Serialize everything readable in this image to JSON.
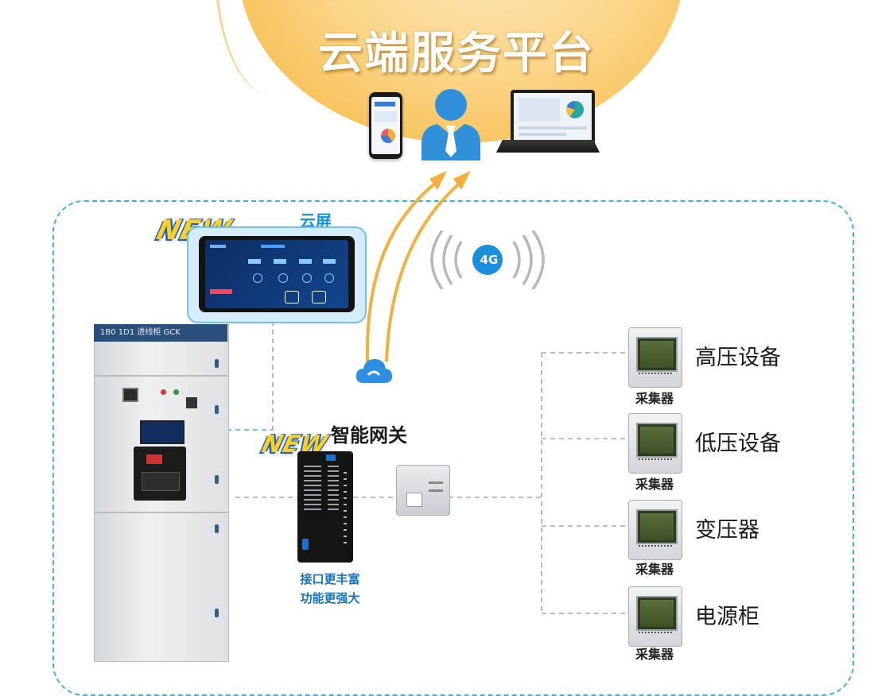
{
  "platform": {
    "title": "云端服务平台"
  },
  "cloud_screen": {
    "label": "云屏",
    "new_badge": "NEW"
  },
  "signal": {
    "label": "4G"
  },
  "gateway": {
    "title": "智能网关",
    "new_badge": "NEW",
    "caption_line1": "接口更丰富",
    "caption_line2": "功能更强大"
  },
  "cabinet": {
    "top_label": "1B0 1D1 进线柜 GCK"
  },
  "devices": [
    {
      "label": "高压设备",
      "collector": "采集器"
    },
    {
      "label": "低压设备",
      "collector": "采集器"
    },
    {
      "label": "变压器",
      "collector": "采集器"
    },
    {
      "label": "电源柜",
      "collector": "采集器"
    }
  ],
  "colors": {
    "accent_blue": "#1493d6",
    "dashed_border": "#3fb2e0",
    "arrow_orange": "#f3b13c"
  }
}
